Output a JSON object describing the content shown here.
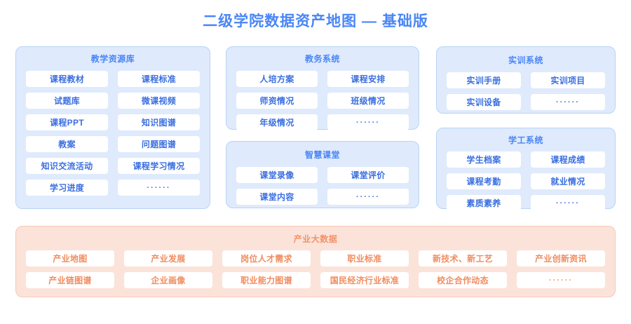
{
  "title": "二级学院数据资产地图 — 基础版",
  "colors": {
    "title": "#4a86f7",
    "panel_blue_bg": "#dfeafc",
    "panel_blue_border": "#b8d4f7",
    "panel_orange_bg": "#fbe3da",
    "panel_orange_border": "#f8c9b6",
    "item_blue_text": "#3a6fe0",
    "item_orange_text": "#f08c5f",
    "item_bg": "#ffffff"
  },
  "panels": {
    "teaching_resources": {
      "title": "教学资源库",
      "items": [
        "课程教材",
        "课程标准",
        "试题库",
        "微课视频",
        "课程PPT",
        "知识图谱",
        "教案",
        "问题图谱",
        "知识交流活动",
        "课程学习情况",
        "学习进度",
        "······"
      ]
    },
    "academic_affairs": {
      "title": "教务系统",
      "items": [
        "人培方案",
        "课程安排",
        "师资情况",
        "班级情况",
        "年级情况",
        "······"
      ]
    },
    "smart_classroom": {
      "title": "智慧课堂",
      "items": [
        "课堂录像",
        "课堂评价",
        "课堂内容",
        "······"
      ]
    },
    "training_system": {
      "title": "实训系统",
      "items": [
        "实训手册",
        "实训项目",
        "实训设备",
        "······"
      ]
    },
    "student_affairs": {
      "title": "学工系统",
      "items": [
        "学生档案",
        "课程成绩",
        "课程考勤",
        "就业情况",
        "素质素养",
        "······"
      ]
    },
    "industry_bigdata": {
      "title": "产业大数据",
      "items": [
        "产业地图",
        "产业发展",
        "岗位人才需求",
        "职业标准",
        "新技术、新工艺",
        "产业创新资讯",
        "产业链图谱",
        "企业画像",
        "职业能力图谱",
        "国民经济行业标准",
        "校企合作动态",
        "······"
      ]
    }
  }
}
